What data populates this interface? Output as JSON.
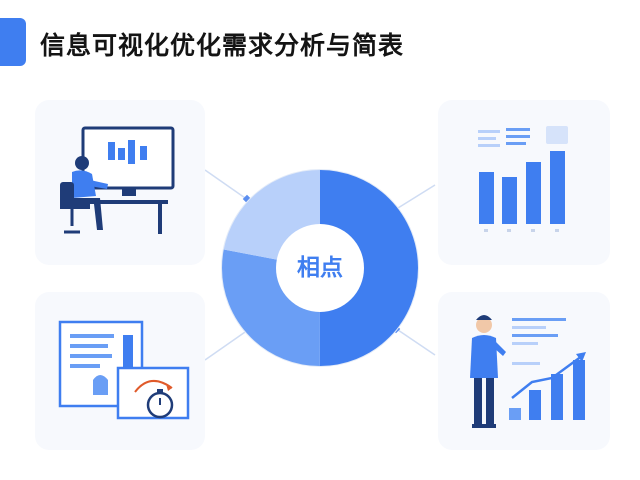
{
  "title": "信息可视化优化需求分析与简表",
  "center_label": "相点",
  "colors": {
    "accent": "#3f7ef0",
    "accent_light": "#b8d0fa",
    "accent_mid": "#6a9ef5",
    "dark_blue": "#1f3c78",
    "card_bg": "#f7f9fd",
    "orange": "#e05a2a"
  },
  "chart_data": {
    "type": "pie",
    "variant": "donut",
    "slices": [
      0.5,
      0.28,
      0.22
    ],
    "colors": [
      "#3f7ef0",
      "#6a9ef5",
      "#b8d0fa"
    ]
  },
  "icons": [
    "monitor-icon",
    "person-at-desk-icon",
    "bar-chart-icon",
    "document-icon",
    "stopwatch-icon",
    "presenter-icon",
    "growth-chart-icon"
  ]
}
